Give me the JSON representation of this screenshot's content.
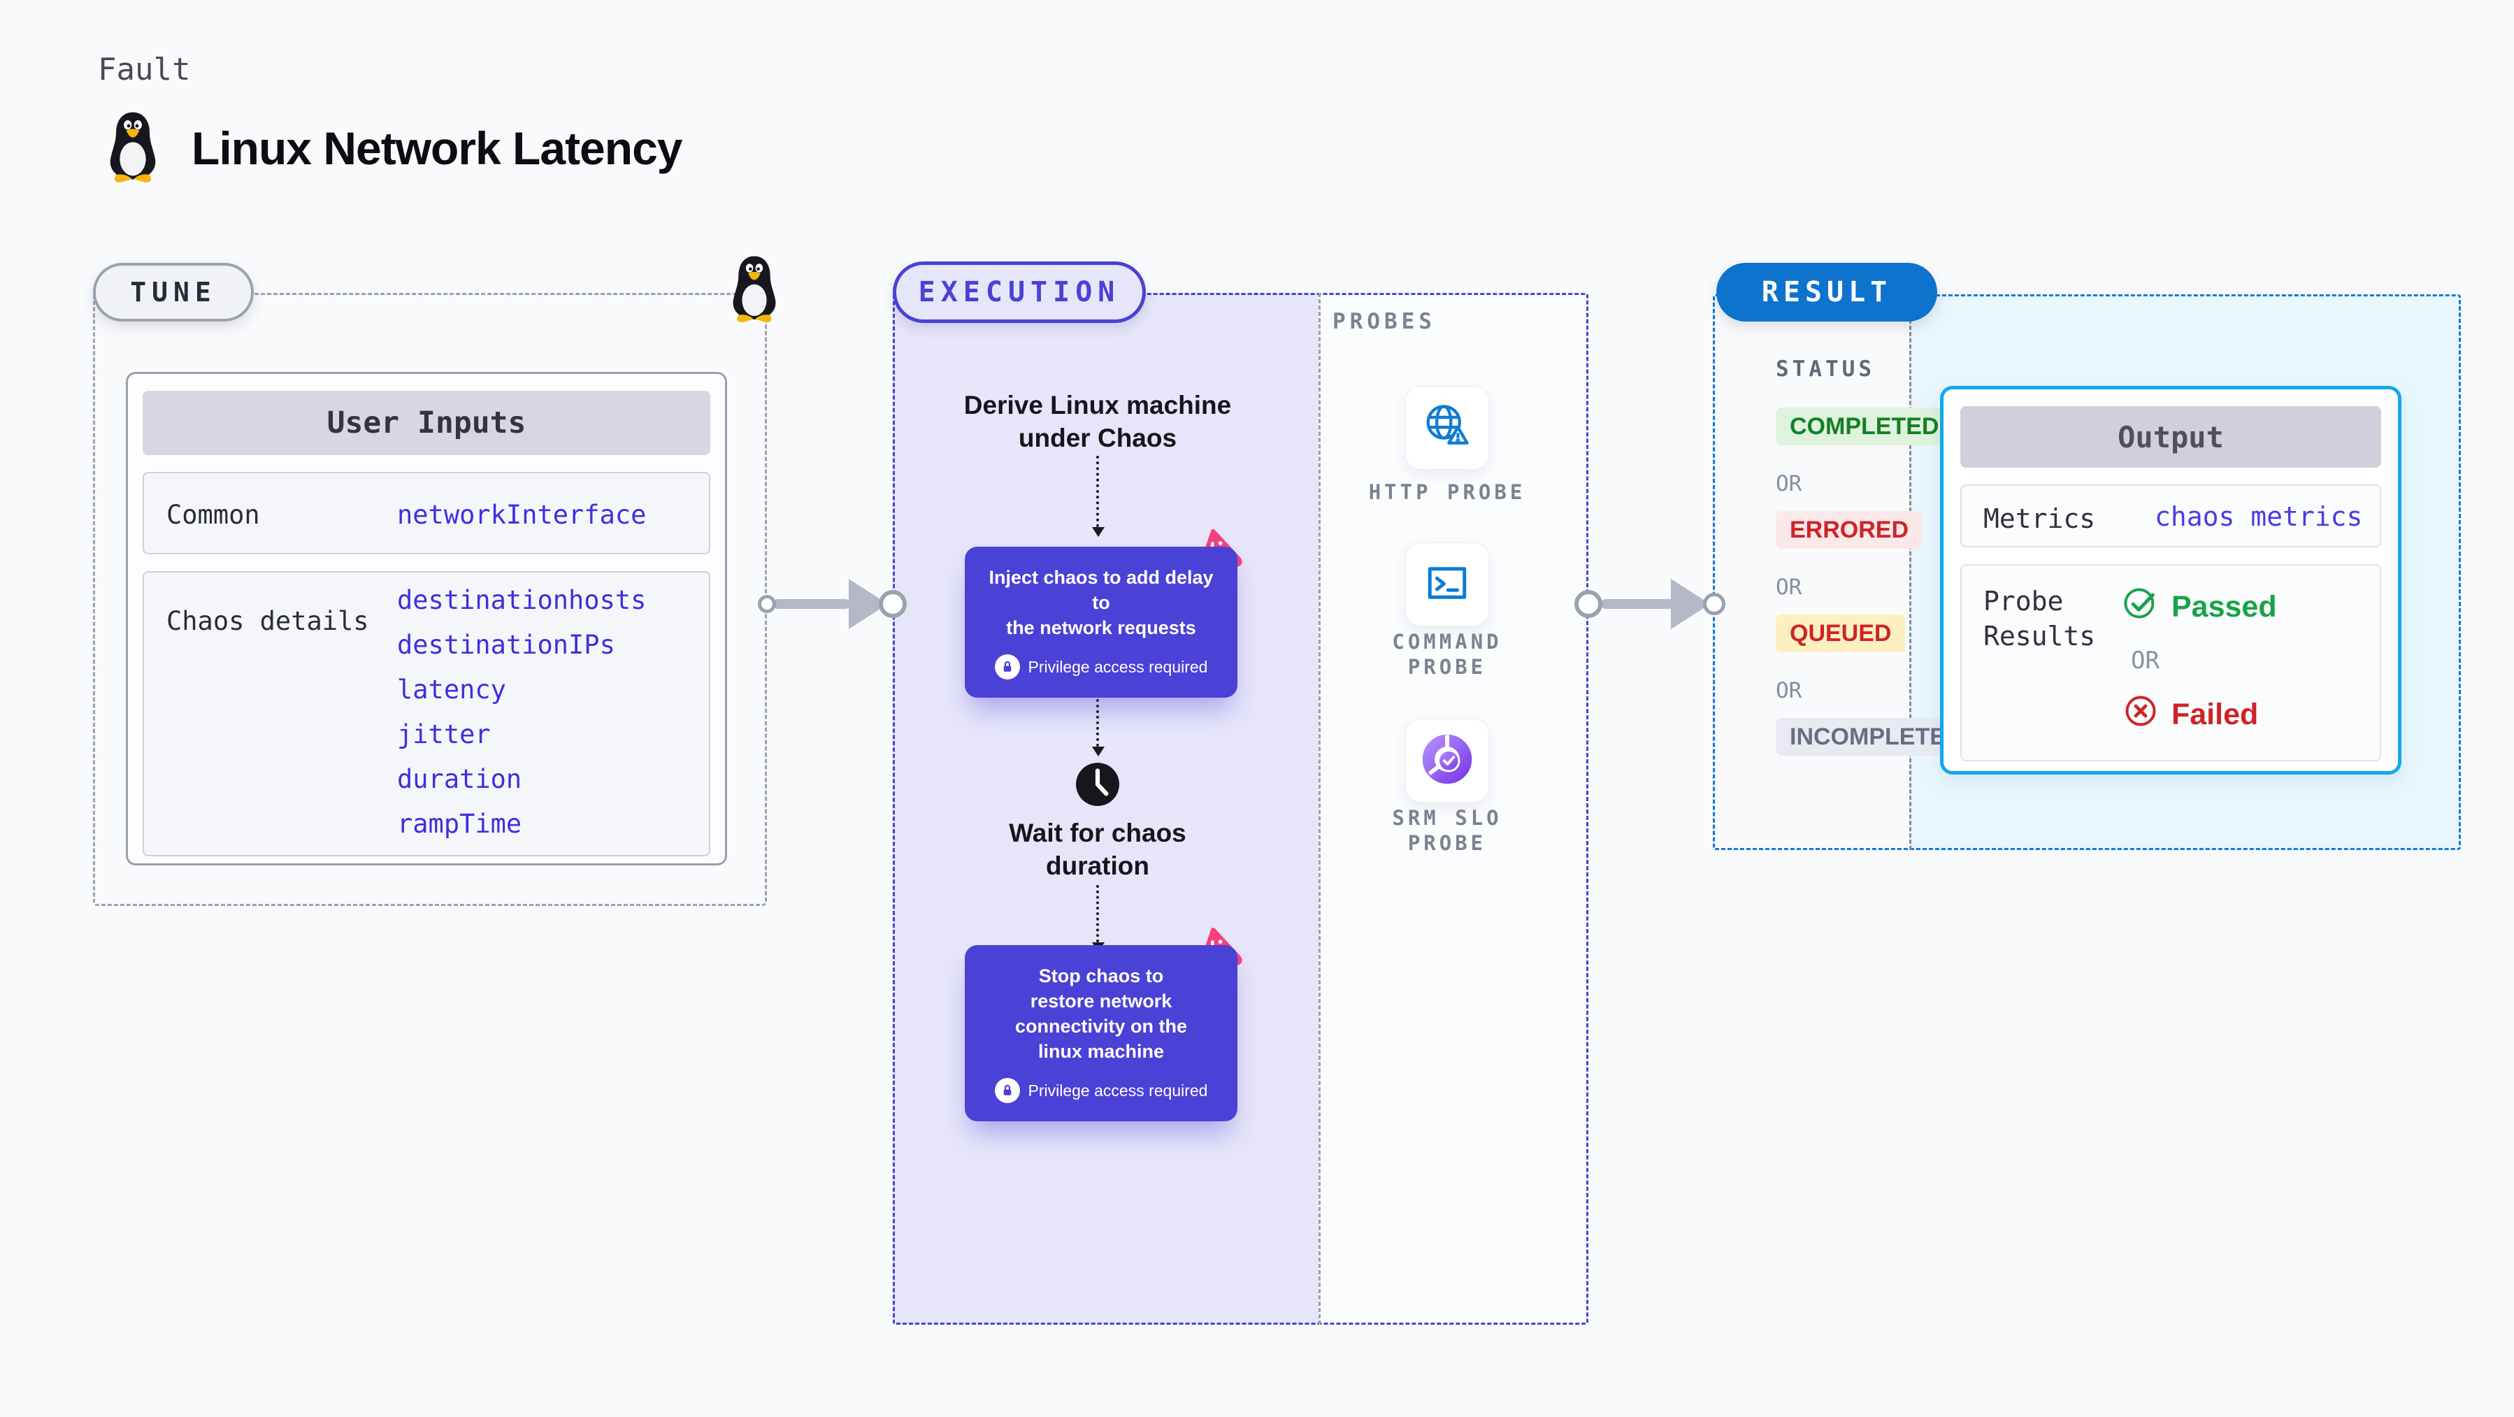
{
  "colors": {
    "page-bg": "#f9fafc",
    "indigo": "#4a41d6",
    "indigo-soft": "#e6e5fa",
    "indigo-value": "#3e2fdf",
    "blue": "#0e73cd",
    "cyan": "#14a7e9",
    "cyan-soft": "#e9f6fd",
    "green": "#18a34a",
    "green-soft": "#def2dc",
    "red": "#cd2428",
    "red-soft": "#fbe9e9",
    "amber-soft": "#fdf0c0",
    "gray-border": "#9aa2ad",
    "gray-text": "#7b8290",
    "arrow-gray": "#b5b7c6",
    "pink": "#f4427e",
    "dark": "#101116"
  },
  "header": {
    "kicker": "Fault",
    "title": "Linux Network Latency"
  },
  "tune": {
    "label": "TUNE",
    "inputs": {
      "title": "User Inputs",
      "rows": [
        {
          "label": "Common",
          "values": [
            "networkInterface"
          ]
        },
        {
          "label": "Chaos details",
          "values": [
            "destinationhosts",
            "destinationIPs",
            "latency",
            "jitter",
            "duration",
            "rampTime"
          ]
        }
      ]
    }
  },
  "execution": {
    "label": "EXECUTION",
    "step_derive": "Derive Linux machine\nunder Chaos",
    "inject": {
      "text": "Inject chaos to add delay to\nthe network requests",
      "note": "Privilege access required"
    },
    "step_wait": "Wait for chaos\nduration",
    "stop": {
      "text": "Stop chaos to\nrestore network\nconnectivity on the\nlinux machine",
      "note": "Privilege access required"
    },
    "probes": {
      "label": "PROBES",
      "items": [
        {
          "name": "HTTP PROBE",
          "icon": "globe-alert-icon"
        },
        {
          "name": "COMMAND\nPROBE",
          "icon": "terminal-icon"
        },
        {
          "name": "SRM SLO\nPROBE",
          "icon": "slo-donut-check-icon"
        }
      ]
    }
  },
  "result": {
    "label": "RESULT",
    "status": {
      "heading": "STATUS",
      "or": "OR",
      "items": [
        {
          "label": "COMPLETED",
          "kind": "completed"
        },
        {
          "label": "ERRORED",
          "kind": "errored"
        },
        {
          "label": "QUEUED",
          "kind": "queued"
        },
        {
          "label": "INCOMPLETED",
          "kind": "incompleted"
        }
      ]
    },
    "output": {
      "title": "Output",
      "metrics_label": "Metrics",
      "metrics_value": "chaos metrics",
      "probe_label": "Probe\nResults",
      "passed": "Passed",
      "or": "OR",
      "failed": "Failed"
    }
  }
}
